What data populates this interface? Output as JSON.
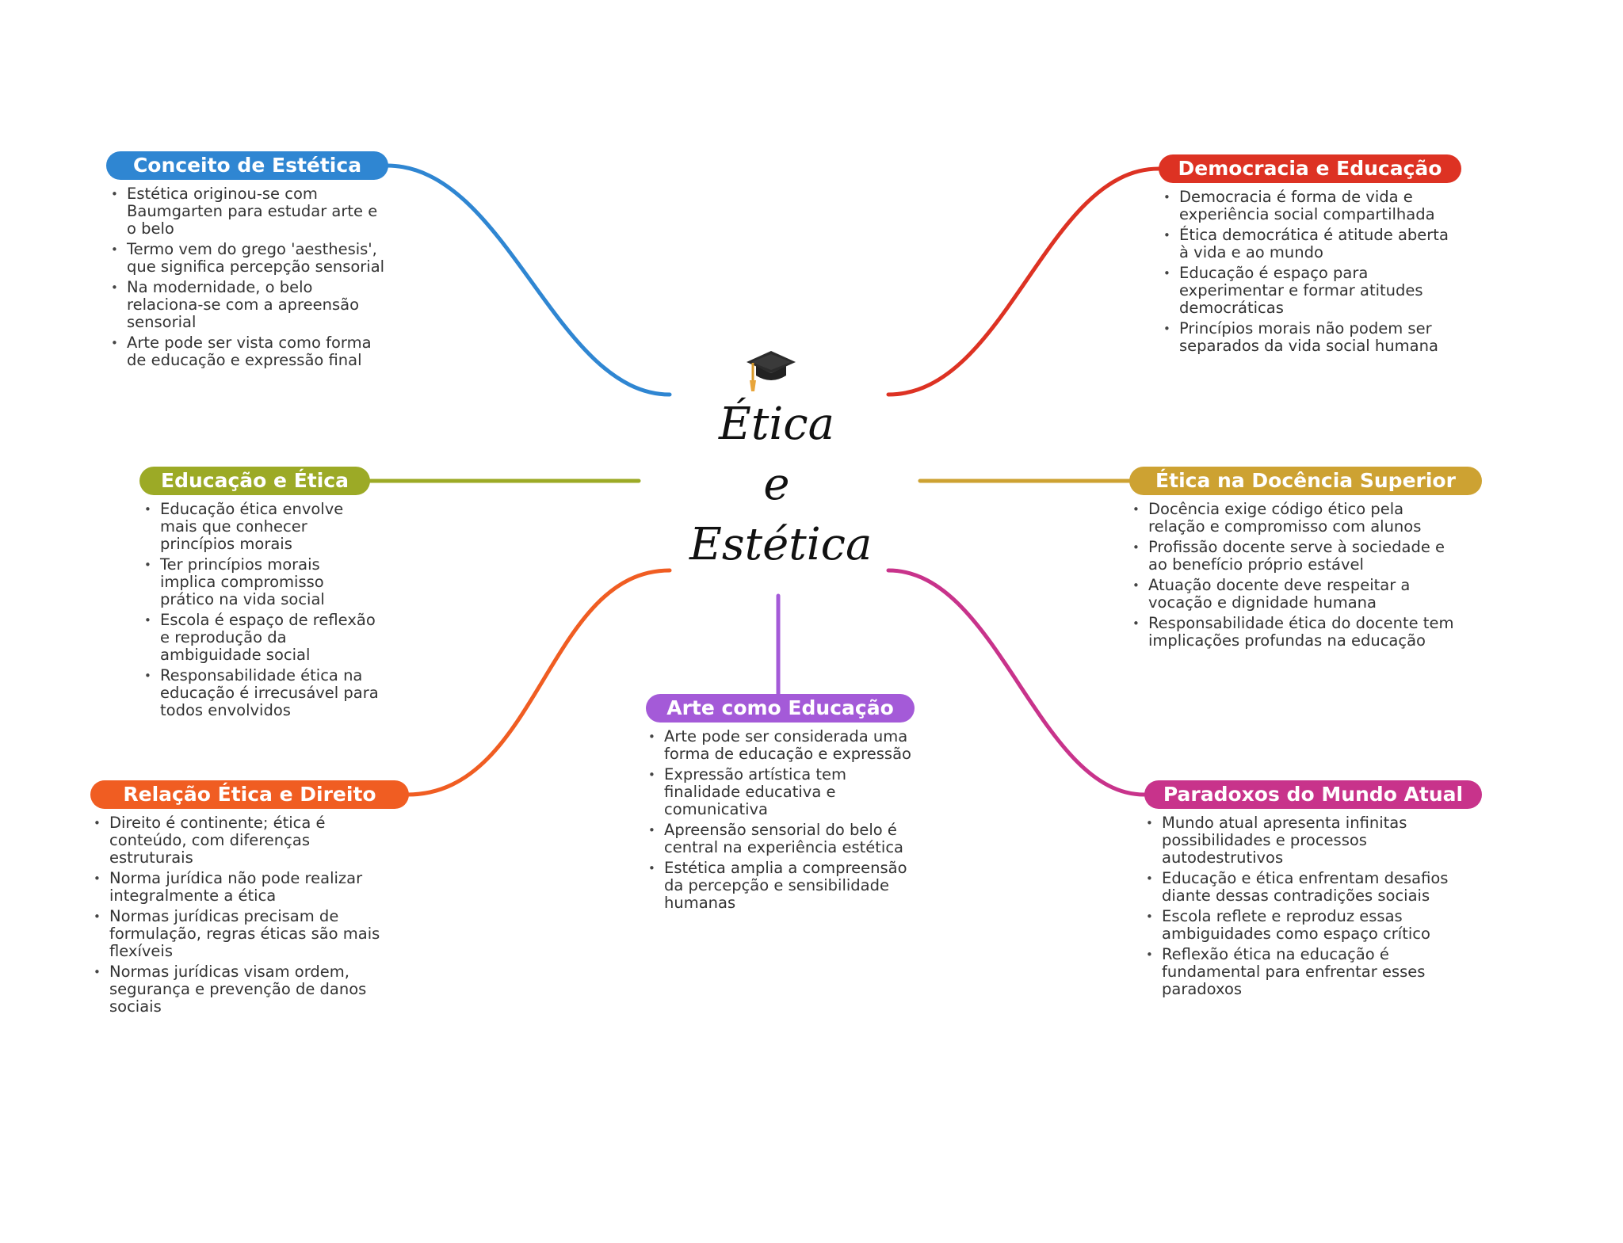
{
  "central": {
    "title_line1": "Ética",
    "title_line2": "e",
    "title_line3": "Estética",
    "icon": "graduation-cap-icon"
  },
  "branches": [
    {
      "id": "conceito-estetica",
      "title": "Conceito de Estética",
      "color": "#2f86d2",
      "items": [
        "Estética originou-se com Baumgarten para estudar arte e o belo",
        "Termo vem do grego 'aesthesis', que significa percepção sensorial",
        "Na modernidade, o belo relaciona-se com a apreensão sensorial",
        "Arte pode ser vista como forma de educação e expressão final"
      ]
    },
    {
      "id": "democracia-educacao",
      "title": "Democracia e Educação",
      "color": "#dd3223",
      "items": [
        "Democracia é forma de vida e experiência social compartilhada",
        "Ética democrática é atitude aberta à vida e ao mundo",
        "Educação é espaço para experimentar e formar atitudes democráticas",
        "Princípios morais não podem ser separados da vida social humana"
      ]
    },
    {
      "id": "educacao-etica",
      "title": "Educação e Ética",
      "color": "#9caa26",
      "items": [
        "Educação ética envolve mais que conhecer princípios morais",
        "Ter princípios morais implica compromisso prático na vida social",
        "Escola é espaço de reflexão e reprodução da ambiguidade social",
        "Responsabilidade ética na educação é irrecusável para todos envolvidos"
      ]
    },
    {
      "id": "etica-docencia",
      "title": "Ética na Docência Superior",
      "color": "#cda232",
      "items": [
        "Docência exige código ético pela relação e compromisso com alunos",
        "Profissão docente serve à sociedade e ao benefício próprio estável",
        "Atuação docente deve respeitar a vocação e dignidade humana",
        "Responsabilidade ética do docente tem implicações profundas na educação"
      ]
    },
    {
      "id": "arte-educacao",
      "title": "Arte como Educação",
      "color": "#a45ad8",
      "items": [
        "Arte pode ser considerada uma forma de educação e expressão",
        "Expressão artística tem finalidade educativa e comunicativa",
        "Apreensão sensorial do belo é central na experiência estética",
        "Estética amplia a compreensão da percepção e sensibilidade humanas"
      ]
    },
    {
      "id": "relacao-etica-direito",
      "title": "Relação Ética e Direito",
      "color": "#f05d22",
      "items": [
        "Direito é continente; ética é conteúdo, com diferenças estruturais",
        "Norma jurídica não pode realizar integralmente a ética",
        "Normas jurídicas precisam de formulação, regras éticas são mais flexíveis",
        "Normas jurídicas visam ordem, segurança e prevenção de danos sociais"
      ]
    },
    {
      "id": "paradoxos-mundo",
      "title": "Paradoxos do Mundo Atual",
      "color": "#c8338b",
      "items": [
        "Mundo atual apresenta infinitas possibilidades e processos autodestrutivos",
        "Educação e ética enfrentam desafios diante dessas contradições sociais",
        "Escola reflete e reproduz essas ambiguidades como espaço crítico",
        "Reflexão ética na educação é fundamental para enfrentar esses paradoxos"
      ]
    }
  ]
}
